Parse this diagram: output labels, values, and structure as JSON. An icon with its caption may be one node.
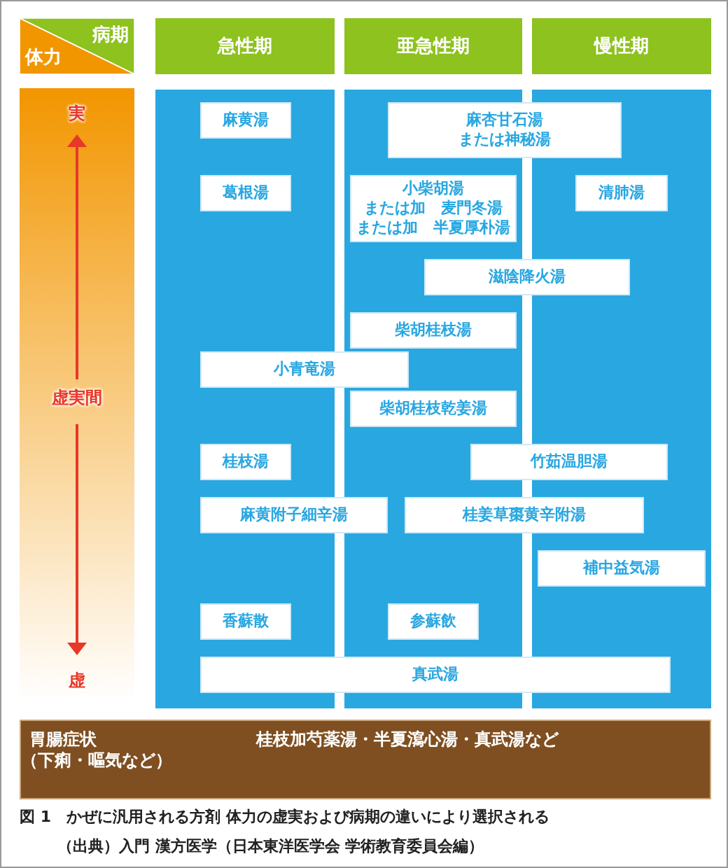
{
  "diagram": {
    "caption": "図 1　かぜに汎用される方剤 体力の虚実および病期の違いにより選択される",
    "nodes": [
      {
        "text": [
          "病期"
        ]
      },
      {
        "text": [
          "体力"
        ]
      },
      {
        "text": [
          "急性期"
        ]
      },
      {
        "text": [
          "亜急性期"
        ]
      },
      {
        "text": [
          "慢性期"
        ]
      },
      {
        "text": [
          "実",
          "虚実間",
          "虚"
        ]
      },
      {
        "text": [
          "麻黄湯"
        ]
      },
      {
        "text": [
          "麻杏甘石湯",
          "または神秘湯"
        ]
      },
      {
        "text": [
          "葛根湯"
        ]
      },
      {
        "text": [
          "小柴胡湯",
          "または加　麦門冬湯",
          "または加　半夏厚朴湯"
        ]
      },
      {
        "text": [
          "清肺湯"
        ]
      },
      {
        "text": [
          "滋陰降火湯"
        ]
      },
      {
        "text": [
          "柴胡桂枝湯"
        ]
      },
      {
        "text": [
          "小青竜湯"
        ]
      },
      {
        "text": [
          "柴胡桂枝乾姜湯"
        ]
      },
      {
        "text": [
          "桂枝湯"
        ]
      },
      {
        "text": [
          "竹茹温胆湯"
        ]
      },
      {
        "text": [
          "麻黄附子細辛湯"
        ]
      },
      {
        "text": [
          "桂姜草棗黄辛附湯"
        ]
      },
      {
        "text": [
          "補中益気湯"
        ]
      },
      {
        "text": [
          "香蘇散"
        ]
      },
      {
        "text": [
          "参蘇飲"
        ]
      },
      {
        "text": [
          "真武湯"
        ]
      },
      {
        "text": [
          "胃腸症状",
          "（下痢・嘔気など）",
          "桂枝加芍薬湯・半夏瀉心湯・真武湯など"
        ]
      }
    ],
    "labels": [
      "（出典）入門 漢方医学（日本東洋医学会 学術教育委員会編）"
    ]
  }
}
